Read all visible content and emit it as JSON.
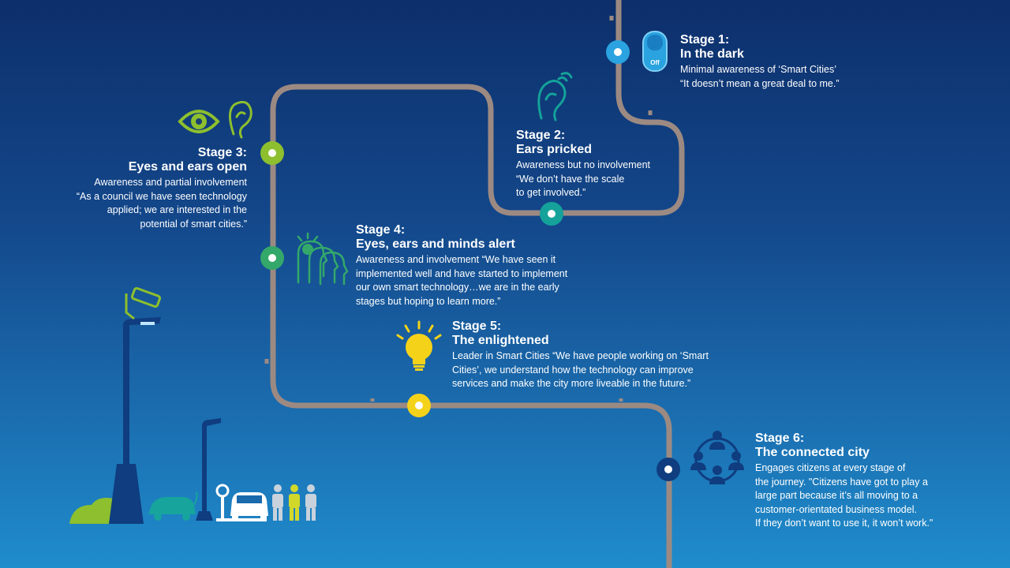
{
  "colors": {
    "track": "#9c8a82",
    "stage1": "#2aa3e0",
    "stage2": "#14a29a",
    "stage3": "#8dbf2e",
    "stage4": "#34a86a",
    "stage5": "#f4d21a",
    "stage6": "#0f3d7f"
  },
  "stages": [
    {
      "number": "Stage 1:",
      "name": "In the dark",
      "description": "Minimal awareness of ‘Smart Cities’",
      "quote": "“It doesn’t mean a great deal to me.”",
      "icon": "off-switch-icon"
    },
    {
      "number": "Stage 2:",
      "name": "Ears pricked",
      "description": "Awareness but no involvement",
      "quote": "“We don’t have the scale\nto get involved.”",
      "icon": "ear-icon"
    },
    {
      "number": "Stage 3:",
      "name": "Eyes and ears open",
      "description": "Awareness and partial involvement",
      "quote": "“As a council we have seen technology\napplied; we are interested in the\npotential of smart cities.”",
      "icon": "eye-and-ear-icon"
    },
    {
      "number": "Stage 4:",
      "name": "Eyes, ears and minds alert",
      "description": "Awareness and involvement “We have seen it\nimplemented well and have started to implement\nour own smart technology…we are in the early\nstages but hoping to learn more.”",
      "quote": "",
      "icon": "heads-lightbulb-icon"
    },
    {
      "number": "Stage 5:",
      "name": "The enlightened",
      "description": "Leader in Smart Cities “We have people working on ‘Smart\nCities’, we understand how the technology can improve\nservices and make the city more liveable in the future.”",
      "quote": "",
      "icon": "lightbulb-icon"
    },
    {
      "number": "Stage 6:",
      "name": "The connected city",
      "description": "Engages citizens at every stage of\nthe journey. \"Citizens have got to play a\nlarge part because it’s all moving to a\ncustomer-orientated business model.\nIf they don’t want to use it, it won’t work.\"",
      "quote": "",
      "icon": "connected-people-icon"
    }
  ],
  "switch_label": "Off"
}
